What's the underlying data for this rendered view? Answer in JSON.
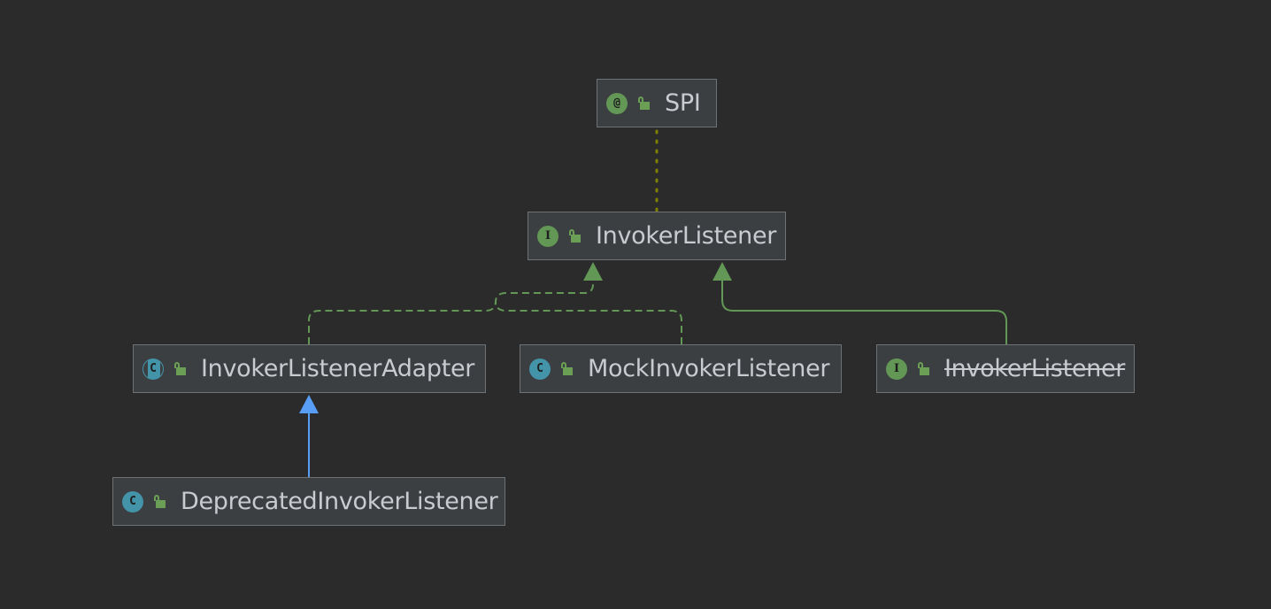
{
  "diagram": {
    "nodes": [
      {
        "id": "spi",
        "label": "SPI",
        "kind": "annotation",
        "kind_glyph": "@",
        "deprecated": false
      },
      {
        "id": "invoker-listener",
        "label": "InvokerListener",
        "kind": "interface",
        "kind_glyph": "I",
        "deprecated": false
      },
      {
        "id": "invoker-listener-adapter",
        "label": "InvokerListenerAdapter",
        "kind": "abstract-class",
        "kind_glyph": "C",
        "deprecated": false
      },
      {
        "id": "mock-invoker-listener",
        "label": "MockInvokerListener",
        "kind": "class",
        "kind_glyph": "C",
        "deprecated": false
      },
      {
        "id": "invoker-listener-deprecated",
        "label": "InvokerListener",
        "kind": "interface",
        "kind_glyph": "I",
        "deprecated": true
      },
      {
        "id": "deprecated-invoker-listener",
        "label": "DeprecatedInvokerListener",
        "kind": "class",
        "kind_glyph": "C",
        "deprecated": false
      }
    ],
    "edges": [
      {
        "from": "invoker-listener",
        "to": "spi",
        "relation": "annotated-by",
        "style": "dotted",
        "color": "#808000"
      },
      {
        "from": "invoker-listener-adapter",
        "to": "invoker-listener",
        "relation": "implements",
        "style": "dashed",
        "color": "#629755"
      },
      {
        "from": "mock-invoker-listener",
        "to": "invoker-listener",
        "relation": "implements",
        "style": "dashed",
        "color": "#629755"
      },
      {
        "from": "invoker-listener-deprecated",
        "to": "invoker-listener",
        "relation": "extends",
        "style": "solid",
        "color": "#629755"
      },
      {
        "from": "deprecated-invoker-listener",
        "to": "invoker-listener-adapter",
        "relation": "extends",
        "style": "solid",
        "color": "#589df6"
      }
    ],
    "colors": {
      "background": "#2b2b2b",
      "node_fill": "#3c3f41",
      "node_border": "#6f7274",
      "text": "#c8cbd0",
      "interface_icon": "#629755",
      "class_icon": "#4393a9",
      "annotation_edge": "#808000",
      "implements_edge": "#629755",
      "extends_edge": "#589df6"
    }
  }
}
